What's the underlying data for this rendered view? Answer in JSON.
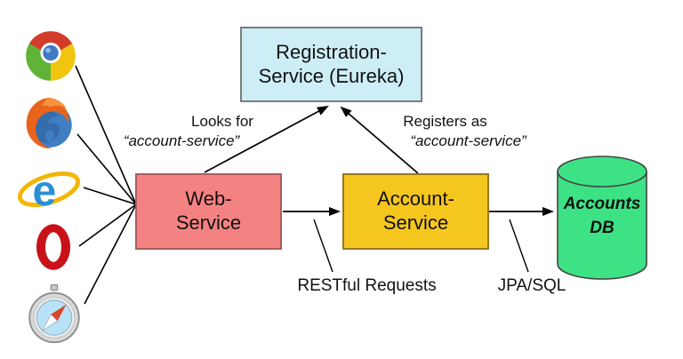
{
  "diagram": {
    "title": "Microservice registration diagram (Eureka)",
    "colors": {
      "background": "#ffffff",
      "line": "#000000",
      "registration_fill": "#cdeef7",
      "registration_border": "#7b7b7b",
      "web_fill": "#f58282",
      "web_border": "#a85d5d",
      "account_fill": "#f5c61e",
      "account_border": "#97781c",
      "db_fill": "#3de285",
      "db_border": "#444444"
    },
    "nodes": {
      "registration": {
        "line1": "Registration-",
        "line2": "Service (Eureka)"
      },
      "web": {
        "line1": "Web-",
        "line2": "Service"
      },
      "account": {
        "line1": "Account-",
        "line2": "Service"
      },
      "db": {
        "line1": "Accounts",
        "line2": "DB"
      }
    },
    "labels": {
      "looks_for": "Looks for",
      "looks_for_quote": "“account-service”",
      "registers_as": "Registers as",
      "registers_as_quote": "“account-service”",
      "restful": "RESTful Requests",
      "jpa": "JPA/SQL"
    },
    "browser_icons": [
      "chrome",
      "firefox",
      "internet-explorer",
      "opera",
      "safari"
    ]
  }
}
